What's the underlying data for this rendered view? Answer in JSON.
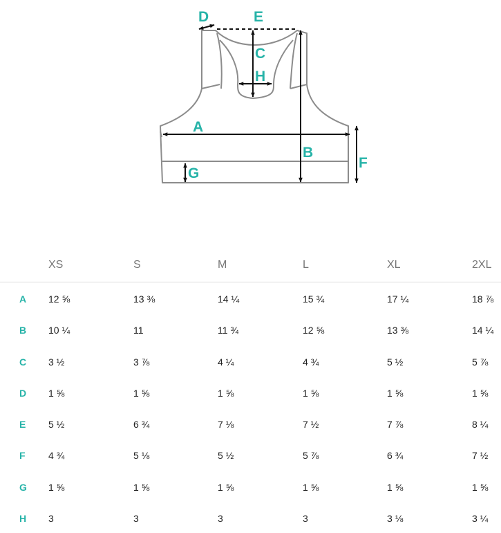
{
  "colors": {
    "accent": "#26b3a8",
    "garment_outline": "#8c8c8c",
    "arrow": "#111111",
    "header_text": "#777777",
    "divider": "#dcdcdc"
  },
  "diagram": {
    "labels": {
      "A": "A",
      "B": "B",
      "C": "C",
      "D": "D",
      "E": "E",
      "F": "F",
      "G": "G",
      "H": "H"
    }
  },
  "table": {
    "sizes": [
      "XS",
      "S",
      "M",
      "L",
      "XL",
      "2XL"
    ],
    "rows": [
      {
        "label": "A",
        "values": [
          "12 ⅝",
          "13 ⅜",
          "14 ¼",
          "15 ¾",
          "17 ¼",
          "18 ⅞"
        ]
      },
      {
        "label": "B",
        "values": [
          "10 ¼",
          "11",
          "11 ¾",
          "12 ⅝",
          "13 ⅜",
          "14 ¼"
        ]
      },
      {
        "label": "C",
        "values": [
          "3 ½",
          "3 ⅞",
          "4 ¼",
          "4 ¾",
          "5 ½",
          "5 ⅞"
        ]
      },
      {
        "label": "D",
        "values": [
          "1 ⅝",
          "1 ⅝",
          "1 ⅝",
          "1 ⅝",
          "1 ⅝",
          "1 ⅝"
        ]
      },
      {
        "label": "E",
        "values": [
          "5 ½",
          "6 ¾",
          "7 ⅛",
          "7 ½",
          "7 ⅞",
          "8 ¼"
        ]
      },
      {
        "label": "F",
        "values": [
          "4 ¾",
          "5 ⅛",
          "5 ½",
          "5 ⅞",
          "6 ¾",
          "7 ½"
        ]
      },
      {
        "label": "G",
        "values": [
          "1 ⅝",
          "1 ⅝",
          "1 ⅝",
          "1 ⅝",
          "1 ⅝",
          "1 ⅝"
        ]
      },
      {
        "label": "H",
        "values": [
          "3",
          "3",
          "3",
          "3",
          "3 ⅛",
          "3 ¼"
        ]
      }
    ]
  }
}
